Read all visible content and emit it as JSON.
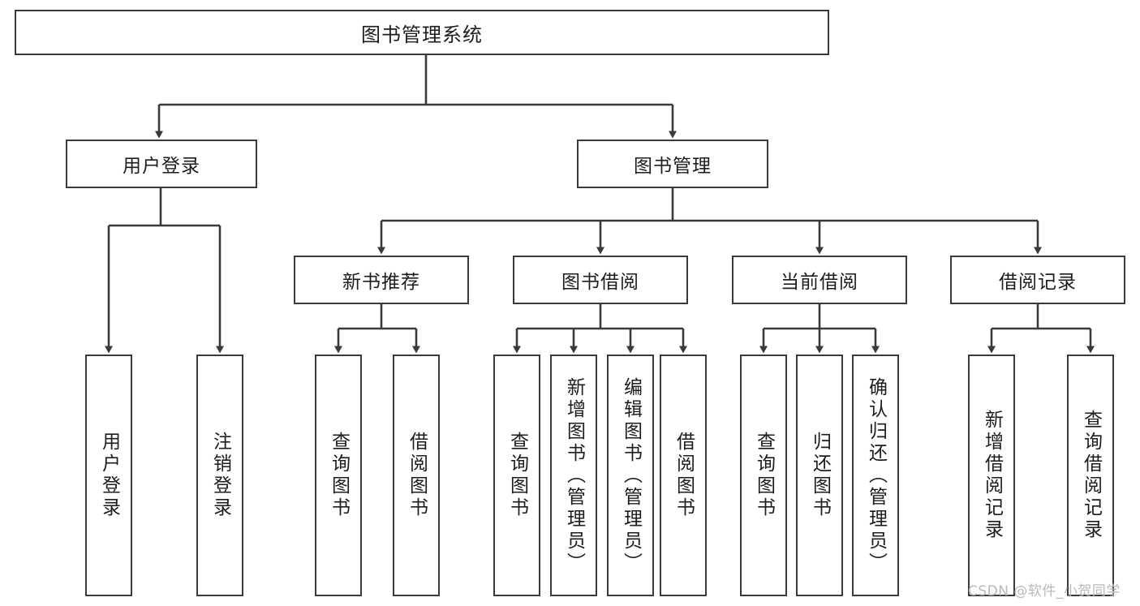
{
  "diagram": {
    "title": "图书管理系统",
    "type": "tree-hierarchy-diagram",
    "watermark": "CSDN @软件_小贺同学",
    "colors": {
      "box_border": "#3a3a3a",
      "box_fill": "#ffffff",
      "edge": "#3a3a3a",
      "text": "#1d1d1d",
      "watermark": "#b9b9b9",
      "background": "#ffffff"
    },
    "root": {
      "label": "图书管理系统"
    },
    "level2": [
      {
        "label": "用户登录"
      },
      {
        "label": "图书管理"
      }
    ],
    "level3": [
      {
        "label": "新书推荐"
      },
      {
        "label": "图书借阅"
      },
      {
        "label": "当前借阅"
      },
      {
        "label": "借阅记录"
      }
    ],
    "leaves": {
      "user_login": [
        {
          "label": "用户登录"
        },
        {
          "label": "注销登录"
        }
      ],
      "new_book_recommend": [
        {
          "label": "查询图书"
        },
        {
          "label": "借阅图书"
        }
      ],
      "book_borrow": [
        {
          "label": "查询图书"
        },
        {
          "label": "新增图书（管理员）"
        },
        {
          "label": "编辑图书（管理员）"
        },
        {
          "label": "借阅图书"
        }
      ],
      "current_borrow": [
        {
          "label": "查询图书"
        },
        {
          "label": "归还图书"
        },
        {
          "label": "确认归还（管理员）"
        }
      ],
      "borrow_record": [
        {
          "label": "新增借阅记录"
        },
        {
          "label": "查询借阅记录"
        }
      ]
    }
  }
}
